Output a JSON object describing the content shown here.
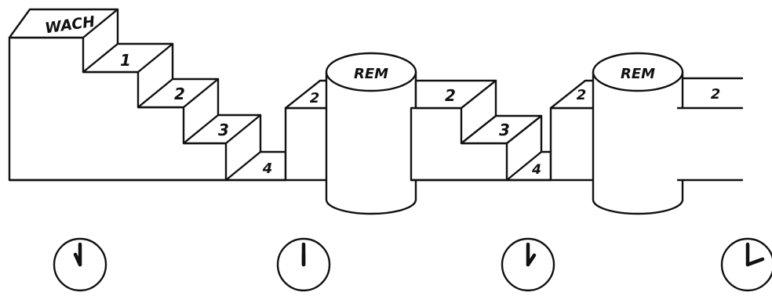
{
  "stage_labels": {
    "wake": "WACH",
    "s1": "1",
    "s2": "2",
    "s3": "3",
    "s4": "4",
    "rem1": "REM",
    "after_rem1_2": "2",
    "descent2_2": "2",
    "descent2_3": "3",
    "descent2_4": "4",
    "before_rem2_2": "2",
    "rem2": "REM",
    "after_rem2_2": "2"
  },
  "clock_icons": [
    "clock-icon",
    "clock-icon",
    "clock-icon",
    "clock-icon"
  ],
  "colors": {
    "ink": "#111111",
    "paper": "#ffffff"
  }
}
